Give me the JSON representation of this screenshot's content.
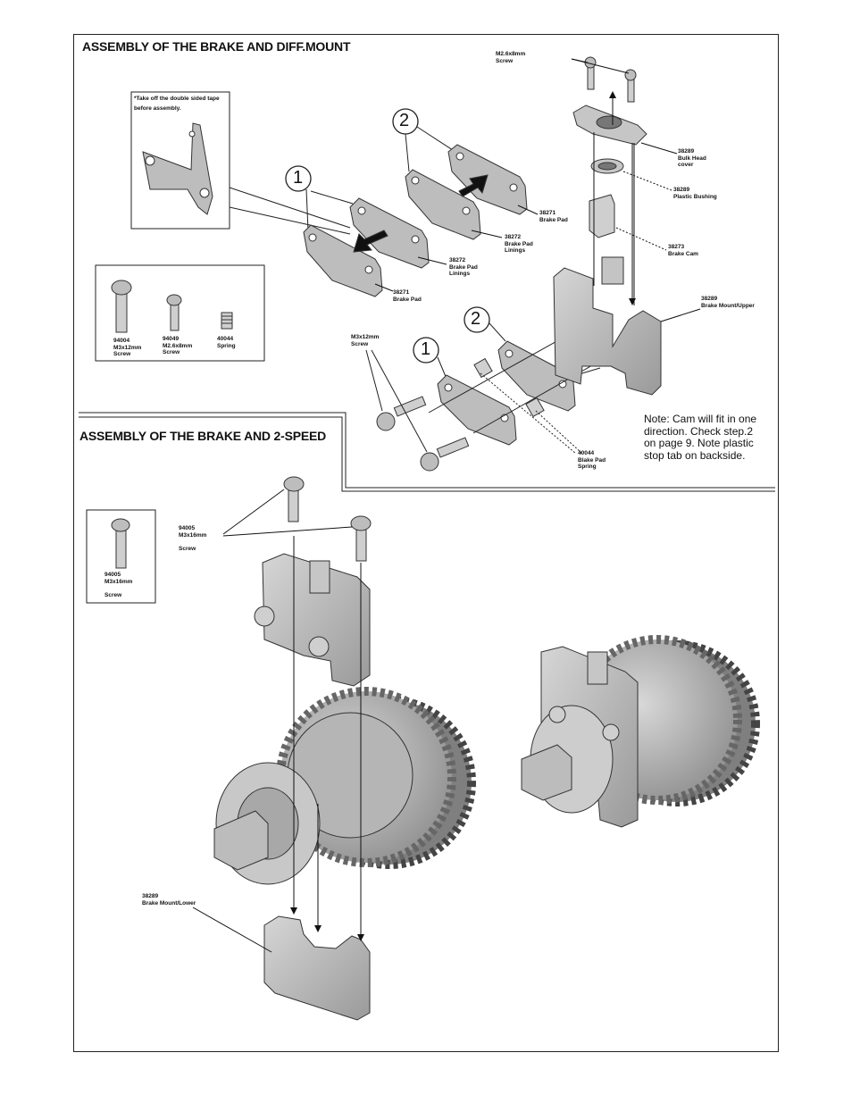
{
  "headings": {
    "brake_diff": "ASSEMBLY OF THE BRAKE AND DIFF.MOUNT",
    "brake_2speed": "ASSEMBLY OF THE BRAKE AND 2-SPEED"
  },
  "tape_note": "*Take off the double sided tape\n  before assembly.",
  "steps": {
    "one": "1",
    "two": "2"
  },
  "parts_top": {
    "m26_screw": "M2.6x8mm\nScrew",
    "bulk_head": "38289\nBulk Head\ncover",
    "plastic_bushing": "38289\nPlastic Bushing",
    "brake_cam": "38273\nBrake Cam",
    "brake_mount_upper": "38289\nBrake Mount/Upper",
    "brake_pad_a": "38271\nBrake Pad",
    "linings_a": "38272\nBrake Pad\nLinings",
    "linings_b": "38272\nBrake Pad\nLinings",
    "brake_pad_b": "38271\nBrake Pad",
    "m3x12_screw": "M3x12mm\nScrew",
    "spring": "40044\nBlake Pad\nSpring"
  },
  "hardware_box": {
    "screw_m3x12": "94004\nM3x12mm\nScrew",
    "screw_m26x8": "94049\nM2.6x8mm\nScrew",
    "spring": "40044\n  Spring"
  },
  "note": "Note: Cam will fit in one\ndirection. Check step.2\non page 9. Note plastic\nstop tab on backside.",
  "parts_bottom": {
    "screw_box": "94005\nM3x16mm\n\n  Screw",
    "screw_callout": "94005\nM3x16mm\n\n  Screw",
    "brake_mount_lower": "38289\nBrake Mount/Lower"
  },
  "colors": {
    "part_fill": "#bdbdbd",
    "part_dark": "#8e8e8e",
    "part_light": "#dcdcdc",
    "line": "#222222"
  }
}
